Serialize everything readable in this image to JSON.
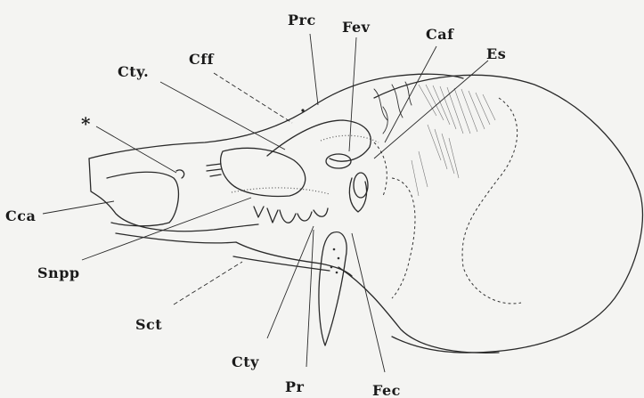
{
  "labels": {
    "prc": "Prc",
    "fev": "Fev",
    "caf": "Caf",
    "es": "Es",
    "cty_top": "Cty.",
    "cff": "Cff",
    "asterisk": "*",
    "cca": "Cca",
    "snpp": "Snpp",
    "sct": "Sct",
    "cty_bottom": "Cty",
    "pr": "Pr",
    "fec": "Fec"
  }
}
